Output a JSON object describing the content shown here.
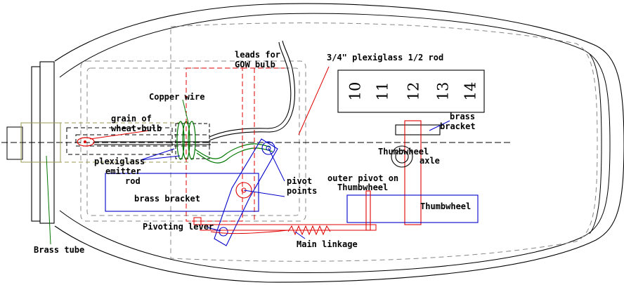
{
  "labels": {
    "leads_line1": "leads for",
    "leads_line2": "GOW bulb",
    "plexiglass_rod": "3/4\" plexiglass 1/2 rod",
    "copper_wire": "Copper wire",
    "grain_line1": "grain of",
    "grain_line2": "wheat-bulb",
    "plexi_line1": "plexiglass",
    "plexi_line2": "emitter",
    "plexi_line3": "rod",
    "brass_bracket_left": "brass bracket",
    "brass_bracket_right_line1": "brass",
    "brass_bracket_right_line2": "bracket",
    "thumbwheel_axle_line1": "Thumbwheel",
    "thumbwheel_axle_line2": "axle",
    "pivot_line1": "pivot",
    "pivot_line2": "points",
    "outer_pivot_line1": "outer pivot on",
    "outer_pivot_line2": "Thumbwheel",
    "thumbwheel": "Thumbwheel",
    "pivoting_lever": "Pivoting lever",
    "main_linkage": "Main linkage",
    "brass_tube": "Brass tube"
  },
  "scale_numbers": [
    "10",
    "11",
    "12",
    "13",
    "14"
  ],
  "colors": {
    "outline": "#000000",
    "housing": "#808080",
    "red_parts": "#e00000",
    "blue_parts": "#0000cc",
    "green_parts": "#007700",
    "olive_tube": "#9a9a50"
  }
}
